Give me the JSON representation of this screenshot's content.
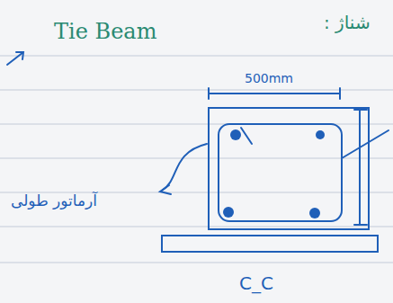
{
  "diagram": {
    "labels": [
      "Tie Beam",
      "شناژ :",
      "500mm",
      "آرماتور طولی",
      "C_C"
    ]
  }
}
